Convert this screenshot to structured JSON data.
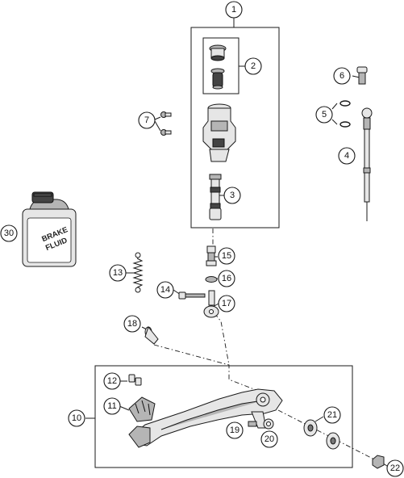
{
  "callouts": [
    "1",
    "2",
    "3",
    "4",
    "5",
    "6",
    "7",
    "10",
    "11",
    "12",
    "13",
    "14",
    "15",
    "16",
    "17",
    "18",
    "19",
    "20",
    "21",
    "22",
    "30"
  ],
  "can_label": {
    "line1": "BRAKE",
    "line2": "FLUID"
  }
}
